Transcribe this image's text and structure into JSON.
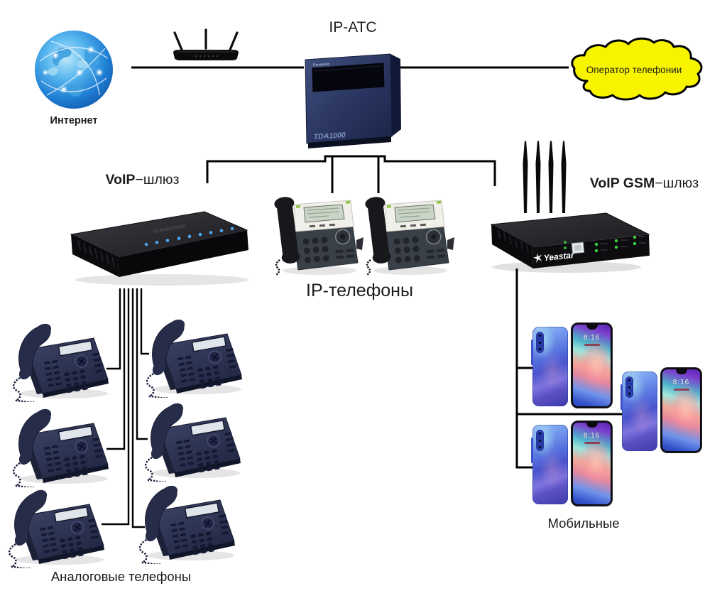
{
  "diagram": {
    "background": "#ffffff",
    "line_color": "#000000"
  },
  "internet": {
    "label": "Интернет"
  },
  "pbx": {
    "label": "IP-АТС",
    "brand": "Panasonic",
    "model": "TDA1000"
  },
  "operator": {
    "label": "Оператор телефонии",
    "fill": "#f8f400"
  },
  "voip_gateway": {
    "label_bold": "VoIP",
    "label_rest": "−шлюз",
    "brand": "Grandstream"
  },
  "ip_phones": {
    "label": "IP-телефоны"
  },
  "gsm_gateway": {
    "label_bold": "VoIP GSM",
    "label_rest": "−шлюз",
    "brand": "Yeastar"
  },
  "analog_phones": {
    "label": "Аналоговые телефоны"
  },
  "mobiles": {
    "label": "Мобильные",
    "clock": "8:16"
  }
}
